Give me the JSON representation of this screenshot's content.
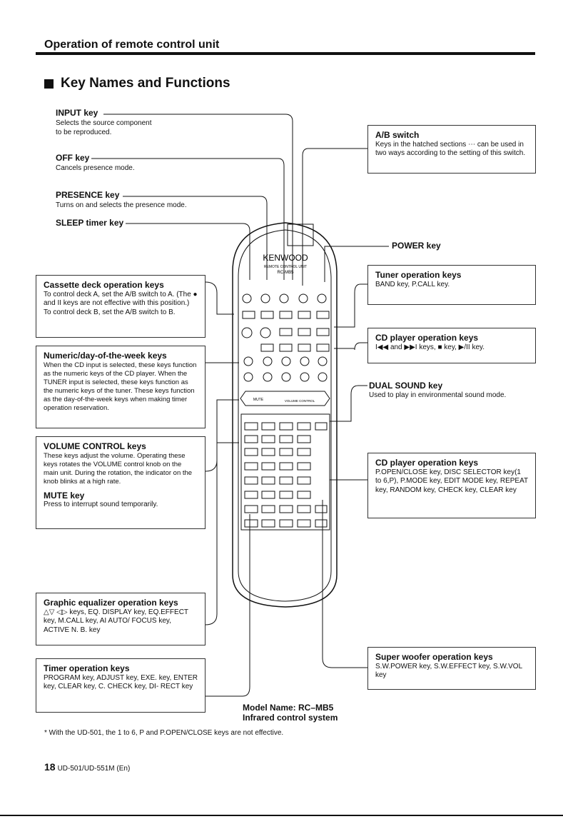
{
  "section_title": "Operation of remote control unit",
  "heading": "Key Names and Functions",
  "left_labels": [
    {
      "title": "INPUT key",
      "text": [
        "Selects the source component",
        "to be reproduced."
      ]
    },
    {
      "title": "OFF key",
      "text": [
        "Cancels presence mode."
      ]
    },
    {
      "title": "PRESENCE key",
      "text": [
        "Turns on and selects the presence mode."
      ]
    },
    {
      "title": "SLEEP timer key",
      "text": []
    }
  ],
  "boxes": {
    "ab_switch": {
      "title": "A/B switch",
      "text": "Keys in the hatched sections ⋯ can be used in two ways according to the setting of this switch."
    },
    "power": {
      "title": "POWER key"
    },
    "cassette": {
      "title": "Cassette deck operation keys",
      "text": "To control deck A, set the A/B switch to A. (The ● and II keys are not effective with this position.) To control deck B, set the A/B switch to B."
    },
    "tuner": {
      "title": "Tuner operation keys",
      "text": "BAND key, P.CALL key."
    },
    "cd1": {
      "title": "CD player operation keys",
      "text": "I◀◀ and ▶▶I keys, ■ key, ▶/II key."
    },
    "numeric": {
      "title": "Numeric/day-of-the-week keys",
      "text": "When the CD input is selected, these keys function as the numeric keys of the CD player. When the TUNER input is selected, these keys function as the numeric keys of the tuner. These keys function as the day-of-the-week keys when making timer operation reservation."
    },
    "dual": {
      "title": "DUAL SOUND key",
      "text": "Used to play in environmental sound mode."
    },
    "volume": {
      "title": "VOLUME CONTROL keys",
      "text": "These keys adjust the volume. Operating these keys rotates the VOLUME control knob on the main unit. During the rotation, the indicator on the knob blinks at a high rate.",
      "title2": "MUTE key",
      "text2": "Press to interrupt sound temporarily."
    },
    "cd2": {
      "title": "CD player operation keys",
      "text": "P.OPEN/CLOSE key, DISC SELECTOR key(1 to 6,P), P.MODE key, EDIT MODE key, REPEAT key, RANDOM key, CHECK key, CLEAR key"
    },
    "eq": {
      "title": "Graphic equalizer operation keys",
      "text": "△▽ ◁▷ keys, EQ. DISPLAY key, EQ.EFFECT key, M.CALL key, AI AUTO/ FOCUS key, ACTIVE N. B. key"
    },
    "woofer": {
      "title": "Super woofer operation keys",
      "text": "S.W.POWER key, S.W.EFFECT key, S.W.VOL key"
    },
    "timer": {
      "title": "Timer operation keys",
      "text": "PROGRAM key, ADJUST key, EXE. key, ENTER key, CLEAR key, C. CHECK key, DI- RECT key"
    }
  },
  "remote": {
    "brand": "KENWOOD",
    "line1": "REMOTE CONTROL UNIT",
    "model": "RC-MB5",
    "mute": "MUTE",
    "volume": "VOLUME CONTROL"
  },
  "model_name": "Model Name: RC–MB5",
  "model_system": "Infrared control system",
  "footnote": "* With the UD-501, the 1 to 6, P and P.OPEN/CLOSE keys are not effective.",
  "page_number": "18",
  "page_code": "UD-501/UD-551M (En)"
}
